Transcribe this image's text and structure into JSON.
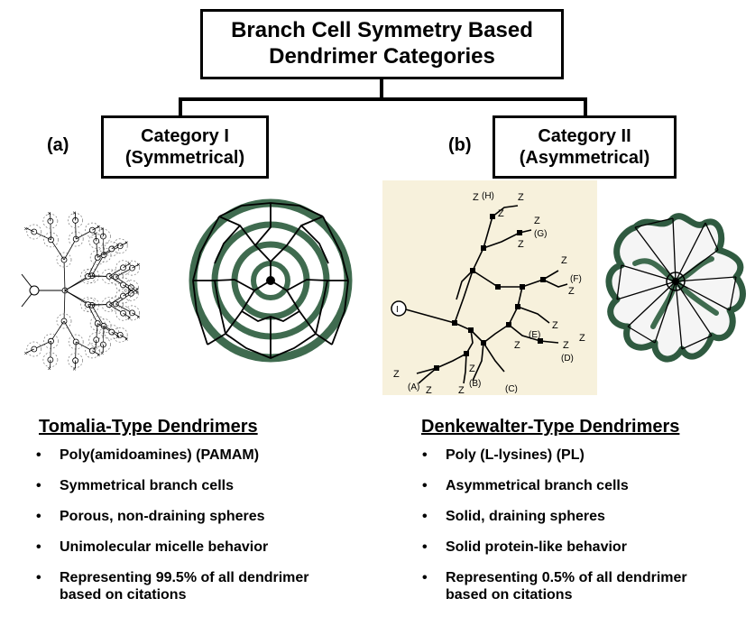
{
  "title": {
    "line1": "Branch Cell Symmetry Based",
    "line2": "Dendrimer Categories"
  },
  "category1": {
    "panel_label": "(a)",
    "name": "Category I",
    "subtitle": "(Symmetrical)",
    "heading": "Tomalia-Type  Dendrimers",
    "bullets": [
      "Poly(amidoamines) (PAMAM)",
      "Symmetrical branch cells",
      "Porous, non-draining spheres",
      "Unimolecular micelle behavior",
      "Representing 99.5% of all dendrimer based on citations"
    ]
  },
  "category2": {
    "panel_label": "(b)",
    "name": "Category II",
    "subtitle": "(Asymmetrical)",
    "heading": "Denkewalter-Type Dendrimers",
    "bullets": [
      "Poly (L-lysines) (PL)",
      "Asymmetrical branch cells",
      "Solid, draining spheres",
      "Solid protein-like behavior",
      "Representing 0.5% of all dendrimer based on citations"
    ]
  },
  "lysine_diagram": {
    "branch_labels": [
      "(A)",
      "(B)",
      "(C)",
      "(D)",
      "(E)",
      "(F)",
      "(G)",
      "(H)"
    ],
    "terminal_label": "Z",
    "core_label": "I"
  },
  "colors": {
    "line": "#000000",
    "dendrimer_green": "#3f6b4f",
    "paper_background": "#f7f1dc"
  }
}
